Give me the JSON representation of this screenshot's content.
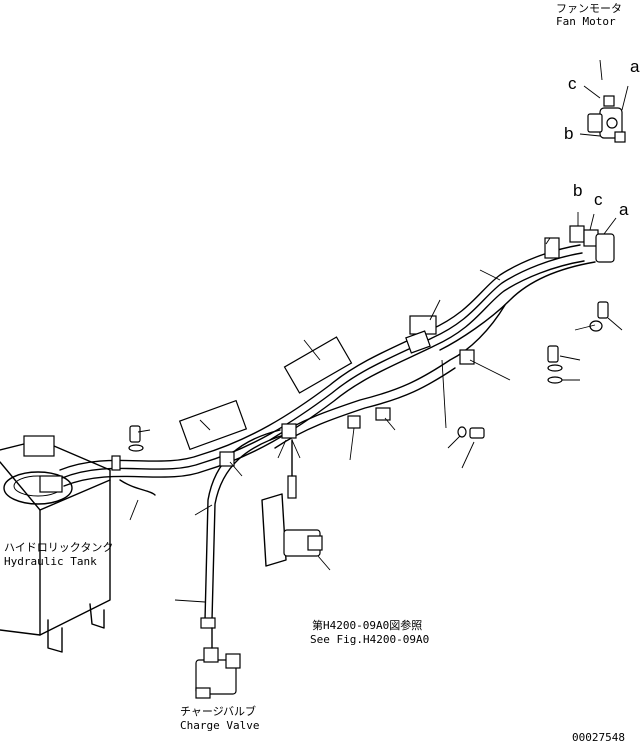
{
  "labels": {
    "fan_motor_jp": "ファンモータ",
    "fan_motor_en": "Fan Motor",
    "hydraulic_tank_jp": "ハイドロリックタンク",
    "hydraulic_tank_en": "Hydraulic Tank",
    "charge_valve_jp": "チャージバルブ",
    "charge_valve_en": "Charge Valve",
    "ref_jp": "第H4200-09A0図参照",
    "ref_en": "See Fig.H4200-09A0",
    "drawing_number": "00027548"
  },
  "callouts": {
    "motor_a": "a",
    "motor_b": "b",
    "motor_c": "c",
    "hose_a": "a",
    "hose_b": "b",
    "hose_c": "c"
  }
}
